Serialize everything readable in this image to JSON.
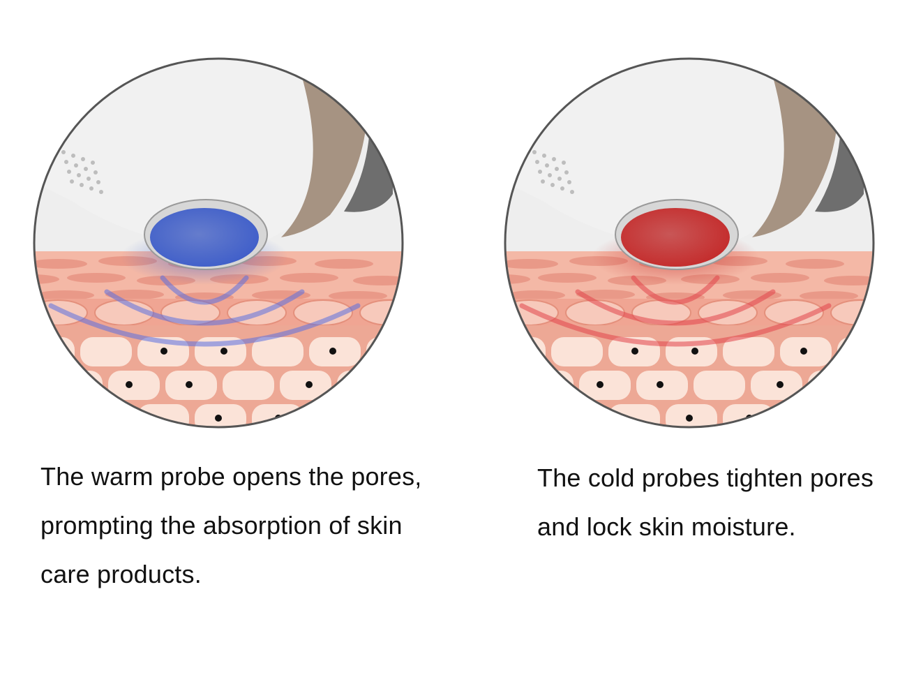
{
  "panels": [
    {
      "probe_color": "#3f5ec9",
      "wave_color": "#5b6fe0",
      "caption_lines": [
        "The warm probe opens the pores,",
        "prompting the absorption of skin",
        "care products."
      ]
    },
    {
      "probe_color": "#c42b2b",
      "wave_color": "#e2444a",
      "caption_lines": [
        "The cold probes tighten pores",
        "and lock skin moisture."
      ]
    }
  ],
  "colors": {
    "skin_top": "#f4b8a6",
    "skin_stripe": "#e58f7d",
    "skin_cells": "#fbe3d8",
    "cell_border": "#eda895",
    "nucleus": "#111111",
    "device_body": "#f1f1f1",
    "device_collar": "#a69382",
    "circle_border": "#555555"
  }
}
